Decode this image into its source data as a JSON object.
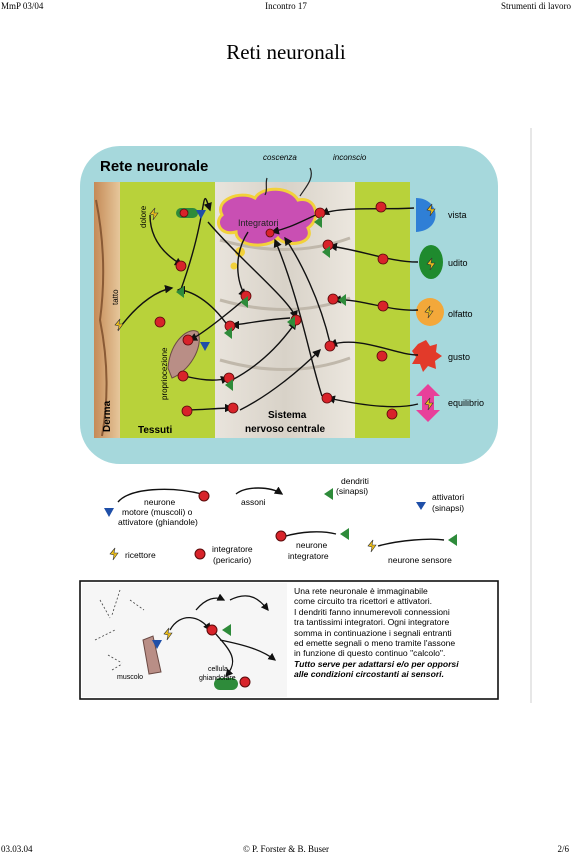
{
  "header": {
    "left": "MmP 03/04",
    "center": "Incontro 17",
    "right": "Strumenti di lavoro"
  },
  "page_title": "Reti neuronali",
  "diagram": {
    "title": "Rete neuronale",
    "top_labels": {
      "conscious": "coscenza",
      "unconscious": "inconscio"
    },
    "integrators": "Integratori",
    "left_labels": {
      "pain": "dolore",
      "touch": "tatto",
      "proprio": "propriocezione",
      "dermis": "Derma",
      "tissues": "Tessuti"
    },
    "center_label": [
      "Sistema",
      "nervoso centrale"
    ],
    "senses": [
      "vista",
      "udito",
      "olfatto",
      "gusto",
      "equilibrio"
    ]
  },
  "legend": {
    "motor_neuron": [
      "neurone",
      "motore (muscoli) o",
      "attivatore (ghiandole)"
    ],
    "axons": "assoni",
    "dendrites": [
      "dendriti",
      "(sinapsi)"
    ],
    "activators": [
      "attivatori",
      "(sinapsi)"
    ],
    "receptor": "ricettore",
    "integrator": [
      "integratore",
      "(pericario)"
    ],
    "integrator_neuron": [
      "neurone",
      "integratore"
    ],
    "sensor_neuron": "neurone sensore"
  },
  "inset": {
    "muscle": "muscolo",
    "gland": [
      "cellula",
      "ghiandolare"
    ]
  },
  "caption": {
    "lines": [
      "Una rete neuronale è immaginabile",
      "come circuito tra ricettori e attivatori.",
      "I dendriti fanno innumerevoli connessioni",
      "tra tantissimi integratori. Ogni integratore",
      "somma in continuazione i segnali entranti",
      "ed emette segnali o meno tramite l'assone",
      "in funzione di questo continuo \"calcolo\"."
    ],
    "italic_lines": [
      "Tutto serve per adattarsi e/o per opporsi",
      "alle condizioni circostanti ai sensori."
    ]
  },
  "footer": {
    "left": "03.03.04",
    "center": "© P. Forster & B. Buser",
    "right": "2/6"
  },
  "colors": {
    "neuron_red": "#d8232a",
    "dendrite_green": "#2e8b3a",
    "activator_blue": "#1f4fa8",
    "lime_band": "#b8d23a",
    "frame_cyan": "#9fd6db"
  }
}
